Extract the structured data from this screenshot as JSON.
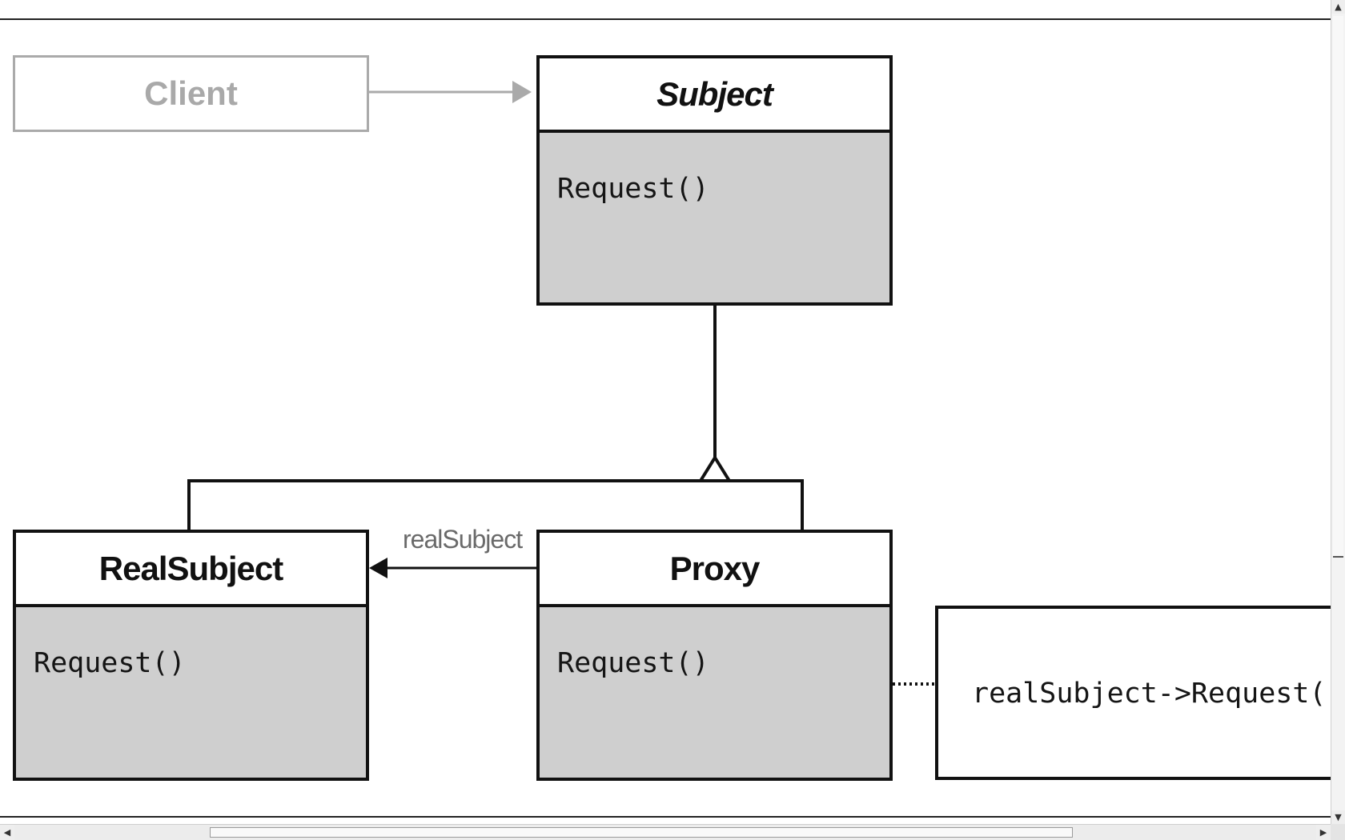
{
  "diagram": {
    "client": {
      "label": "Client"
    },
    "subject": {
      "name": "Subject",
      "operation": "Request()"
    },
    "real_subject": {
      "name": "RealSubject",
      "operation": "Request()"
    },
    "proxy": {
      "name": "Proxy",
      "operation": "Request()"
    },
    "association_label": "realSubject",
    "note": {
      "text": "realSubject->Request()"
    }
  },
  "colors": {
    "line": "#111111",
    "body_fill": "#cfcfcf",
    "client_gray": "#a9a9a9",
    "label_gray": "#6a6a6a"
  },
  "scrollbars": {
    "arrow_up": "▲",
    "arrow_down": "▼",
    "arrow_left": "◀",
    "arrow_right": "▶"
  }
}
